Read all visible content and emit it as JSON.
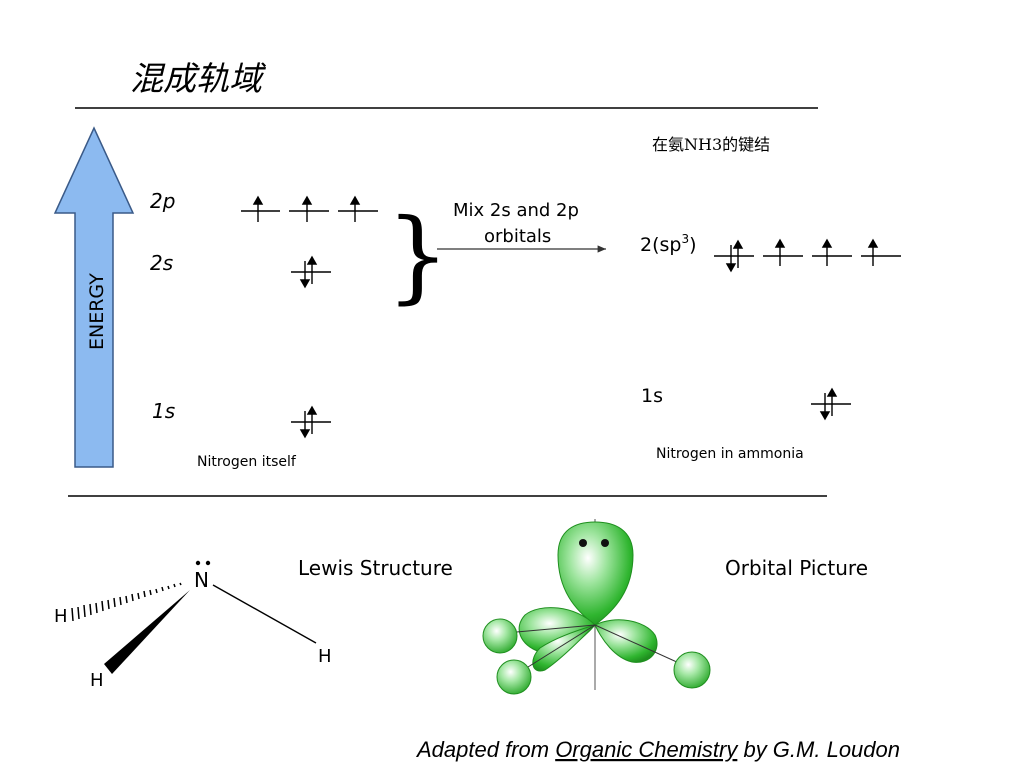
{
  "slide": {
    "title": "混成轨域",
    "subtitle": "在氨NH3的键结",
    "credit": {
      "prefix": "Adapted from ",
      "book": "Organic Chemistry",
      "suffix": " by G.M. Loudon"
    }
  },
  "energy_diagram": {
    "axis_label": "ENERGY",
    "left_levels": {
      "p2": "2p",
      "s2": "2s",
      "s1": "1s"
    },
    "left_caption": "Nitrogen itself",
    "mix_label_line1": "Mix 2s and 2p",
    "mix_label_line2": "orbitals",
    "right_sp3_prefix": "2(sp",
    "right_sp3_sup": "3",
    "right_sp3_suffix": ")",
    "right_1s": "1s",
    "right_caption": "Nitrogen in ammonia"
  },
  "lewis": {
    "label": "Lewis Structure",
    "atoms": {
      "n": "N",
      "h_left": "H",
      "h_right": "H",
      "h_bottom": "H"
    }
  },
  "orbital": {
    "label": "Orbital Picture"
  },
  "colors": {
    "arrow_fill": "#8cbaf0",
    "arrow_stroke": "#3a5a88",
    "lobe_green": "#3ec43e",
    "text": "#000000"
  }
}
